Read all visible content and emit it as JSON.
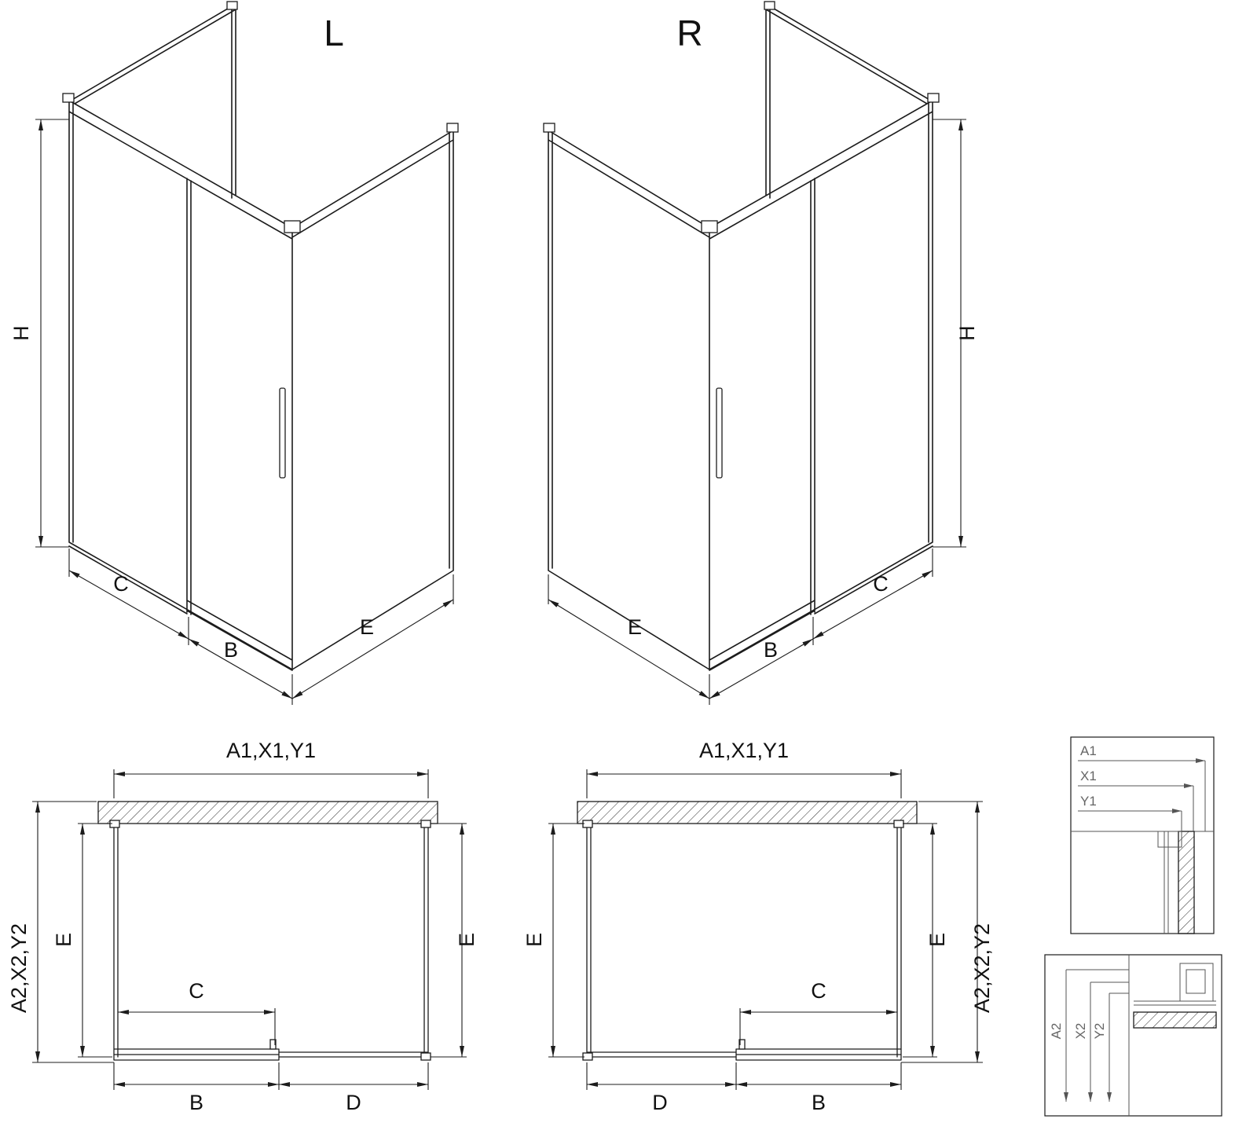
{
  "views": {
    "iso_left": {
      "label": "L",
      "dim_h": "H",
      "dim_c": "C",
      "dim_b": "B",
      "dim_e": "E"
    },
    "iso_right": {
      "label": "R",
      "dim_h": "H",
      "dim_c": "C",
      "dim_b": "B",
      "dim_e": "E"
    },
    "plan_left": {
      "dim_width": "A1,X1,Y1",
      "dim_depth": "A2,X2,Y2",
      "dim_e_left": "E",
      "dim_e_right": "E",
      "dim_c": "C",
      "dim_b": "B",
      "dim_d": "D"
    },
    "plan_right": {
      "dim_width": "A1,X1,Y1",
      "dim_depth": "A2,X2,Y2",
      "dim_e_left": "E",
      "dim_e_right": "E",
      "dim_c": "C",
      "dim_b": "B",
      "dim_d": "D"
    }
  },
  "details": {
    "top": {
      "a1": "A1",
      "x1": "X1",
      "y1": "Y1"
    },
    "bottom": {
      "a2": "A2",
      "x2": "X2",
      "y2": "Y2"
    }
  },
  "colors": {
    "line": "#1c1c1c",
    "detail_text": "#666666",
    "background": "#ffffff"
  }
}
